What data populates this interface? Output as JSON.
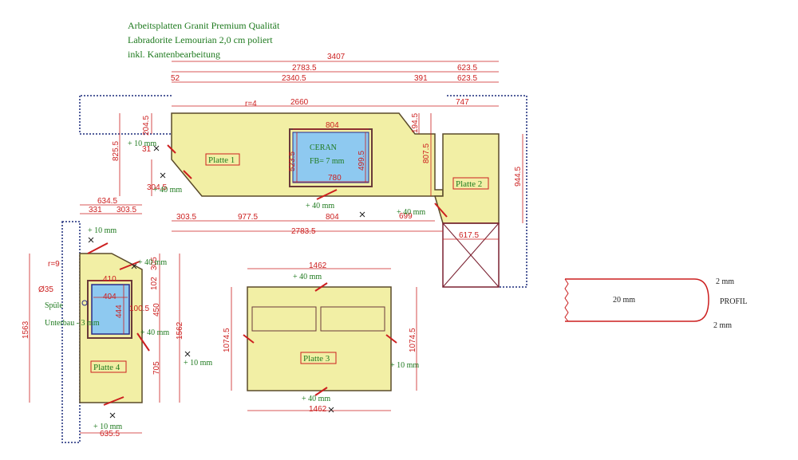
{
  "header": {
    "line1": "Arbeitsplatten Granit Premium Qualität",
    "line2": "Labradorite Lemourian 2,0 cm poliert",
    "line3": "inkl. Kantenbearbeitung"
  },
  "colors": {
    "slab_fill": "#f2efa5",
    "slab_stroke": "#5a4a2a",
    "sink_fill": "#8ec9f0",
    "dim_red": "#cc1f1f",
    "label_green": "#1f7a1f",
    "wall_navy": "#1a2a7a"
  },
  "plates": {
    "p1": "Platte 1",
    "p2": "Platte 2",
    "p3": "Platte 3",
    "p4": "Platte 4"
  },
  "cooktop": {
    "label": "CERAN",
    "fb": "FB= 7 mm"
  },
  "sink": {
    "spuele": "Spüle",
    "unterbau": "Unterbau - 3 mm"
  },
  "radii": {
    "r4": "r=4",
    "r9": "r=9",
    "d35": "Ø35"
  },
  "dims": {
    "d3407": "3407",
    "d2783a": "2783.5",
    "d6235a": "623.5",
    "d52": "52",
    "d23405": "2340.5",
    "d391": "391",
    "d6235b": "623.5",
    "d2660": "2660",
    "d747": "747",
    "d804a": "804",
    "d8255": "825.5",
    "d2045": "204.5",
    "d31": "31",
    "d3045": "304.5",
    "d5235": "523.5",
    "d4995": "499.5",
    "d780": "780",
    "d1945": "194.5",
    "d8075": "807.5",
    "d9445": "944.5",
    "d3035": "303.5",
    "d9775": "977.5",
    "d804b": "804",
    "d699": "699",
    "d2783b": "2783.5",
    "d6175": "617.5",
    "d6345": "634.5",
    "d331": "331",
    "d3035b": "303.5",
    "d1563": "1563",
    "d1562": "1562",
    "d410": "410",
    "d404": "404",
    "d444": "444",
    "d1005": "100.5",
    "d102": "102",
    "d305": "305",
    "d450": "450",
    "d705": "705",
    "d6355": "635.5",
    "d1462a": "1462",
    "d1462b": "1462",
    "d10745a": "1074.5",
    "d10745b": "1074.5"
  },
  "edge_notes": {
    "p10a": "+ 10 mm",
    "p40a": "+ 40 mm",
    "p40b": "+ 40 mm",
    "p40c": "+ 40 mm",
    "p10b": "+ 10 mm",
    "p40d": "+ 40 mm",
    "p40e": "+ 40 mm",
    "p10c": "+ 10 mm",
    "p10d": "+ 10 mm",
    "p40f": "+ 40 mm",
    "p10e": "+ 10 mm",
    "p40g": "+ 40 mm"
  },
  "profil": {
    "thickness": "20 mm",
    "label": "PROFIL",
    "top": "2 mm",
    "bottom": "2 mm"
  }
}
